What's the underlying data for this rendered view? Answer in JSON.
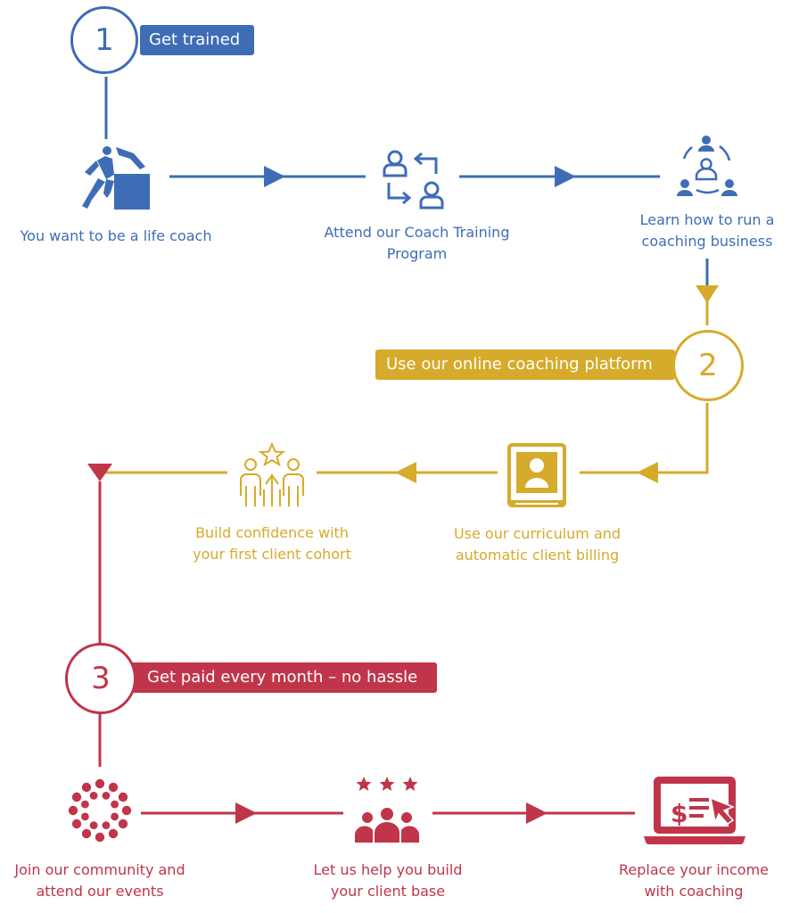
{
  "colors": {
    "blue": "#3e6db5",
    "gold": "#d6aa2b",
    "red": "#c0354a"
  },
  "stages": [
    {
      "number": "1",
      "label": "Get trained"
    },
    {
      "number": "2",
      "label": "Use our online coaching platform"
    },
    {
      "number": "3",
      "label": "Get paid every month – no hassle"
    }
  ],
  "steps": [
    {
      "text": "You want to be a life coach",
      "icon": "climber-icon"
    },
    {
      "text": "Attend our Coach Training\nProgram",
      "icon": "people-exchange-icon"
    },
    {
      "text": "Learn how to run a\ncoaching business",
      "icon": "group-network-icon"
    },
    {
      "text": "Use our curriculum and\nautomatic client billing",
      "icon": "profile-book-icon"
    },
    {
      "text": "Build confidence with\nyour first client cohort",
      "icon": "group-star-icon"
    },
    {
      "text": "Join our community and\nattend our events",
      "icon": "community-circle-icon"
    },
    {
      "text": "Let us help you build\nyour client base",
      "icon": "stars-crowd-icon"
    },
    {
      "text": "Replace your income\nwith coaching",
      "icon": "laptop-payment-icon"
    }
  ]
}
